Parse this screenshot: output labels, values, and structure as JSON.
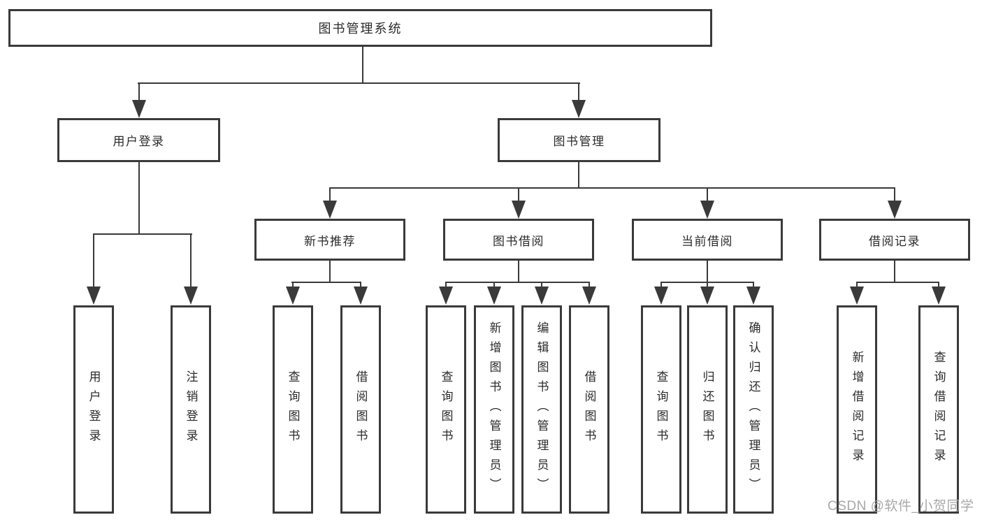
{
  "diagram": {
    "root": {
      "label": "图书管理系统"
    },
    "level1": [
      {
        "label": "用户登录"
      },
      {
        "label": "图书管理"
      }
    ],
    "level2": [
      {
        "label": "新书推荐"
      },
      {
        "label": "图书借阅"
      },
      {
        "label": "当前借阅"
      },
      {
        "label": "借阅记录"
      }
    ],
    "leaves": [
      {
        "label": "用户登录"
      },
      {
        "label": "注销登录"
      },
      {
        "label": "查询图书"
      },
      {
        "label": "借阅图书"
      },
      {
        "label": "查询图书"
      },
      {
        "label": "新增图书（管理员）"
      },
      {
        "label": "编辑图书（管理员）"
      },
      {
        "label": "借阅图书"
      },
      {
        "label": "查询图书"
      },
      {
        "label": "归还图书"
      },
      {
        "label": "确认归还（管理员）"
      },
      {
        "label": "新增借阅记录"
      },
      {
        "label": "查询借阅记录"
      }
    ]
  },
  "watermark": {
    "text": "CSDN @软件_小贺同学"
  },
  "colors": {
    "line": "#3a3a3a",
    "text": "#2b2b2b",
    "background": "#ffffff",
    "watermark": "#a3a3a3"
  }
}
